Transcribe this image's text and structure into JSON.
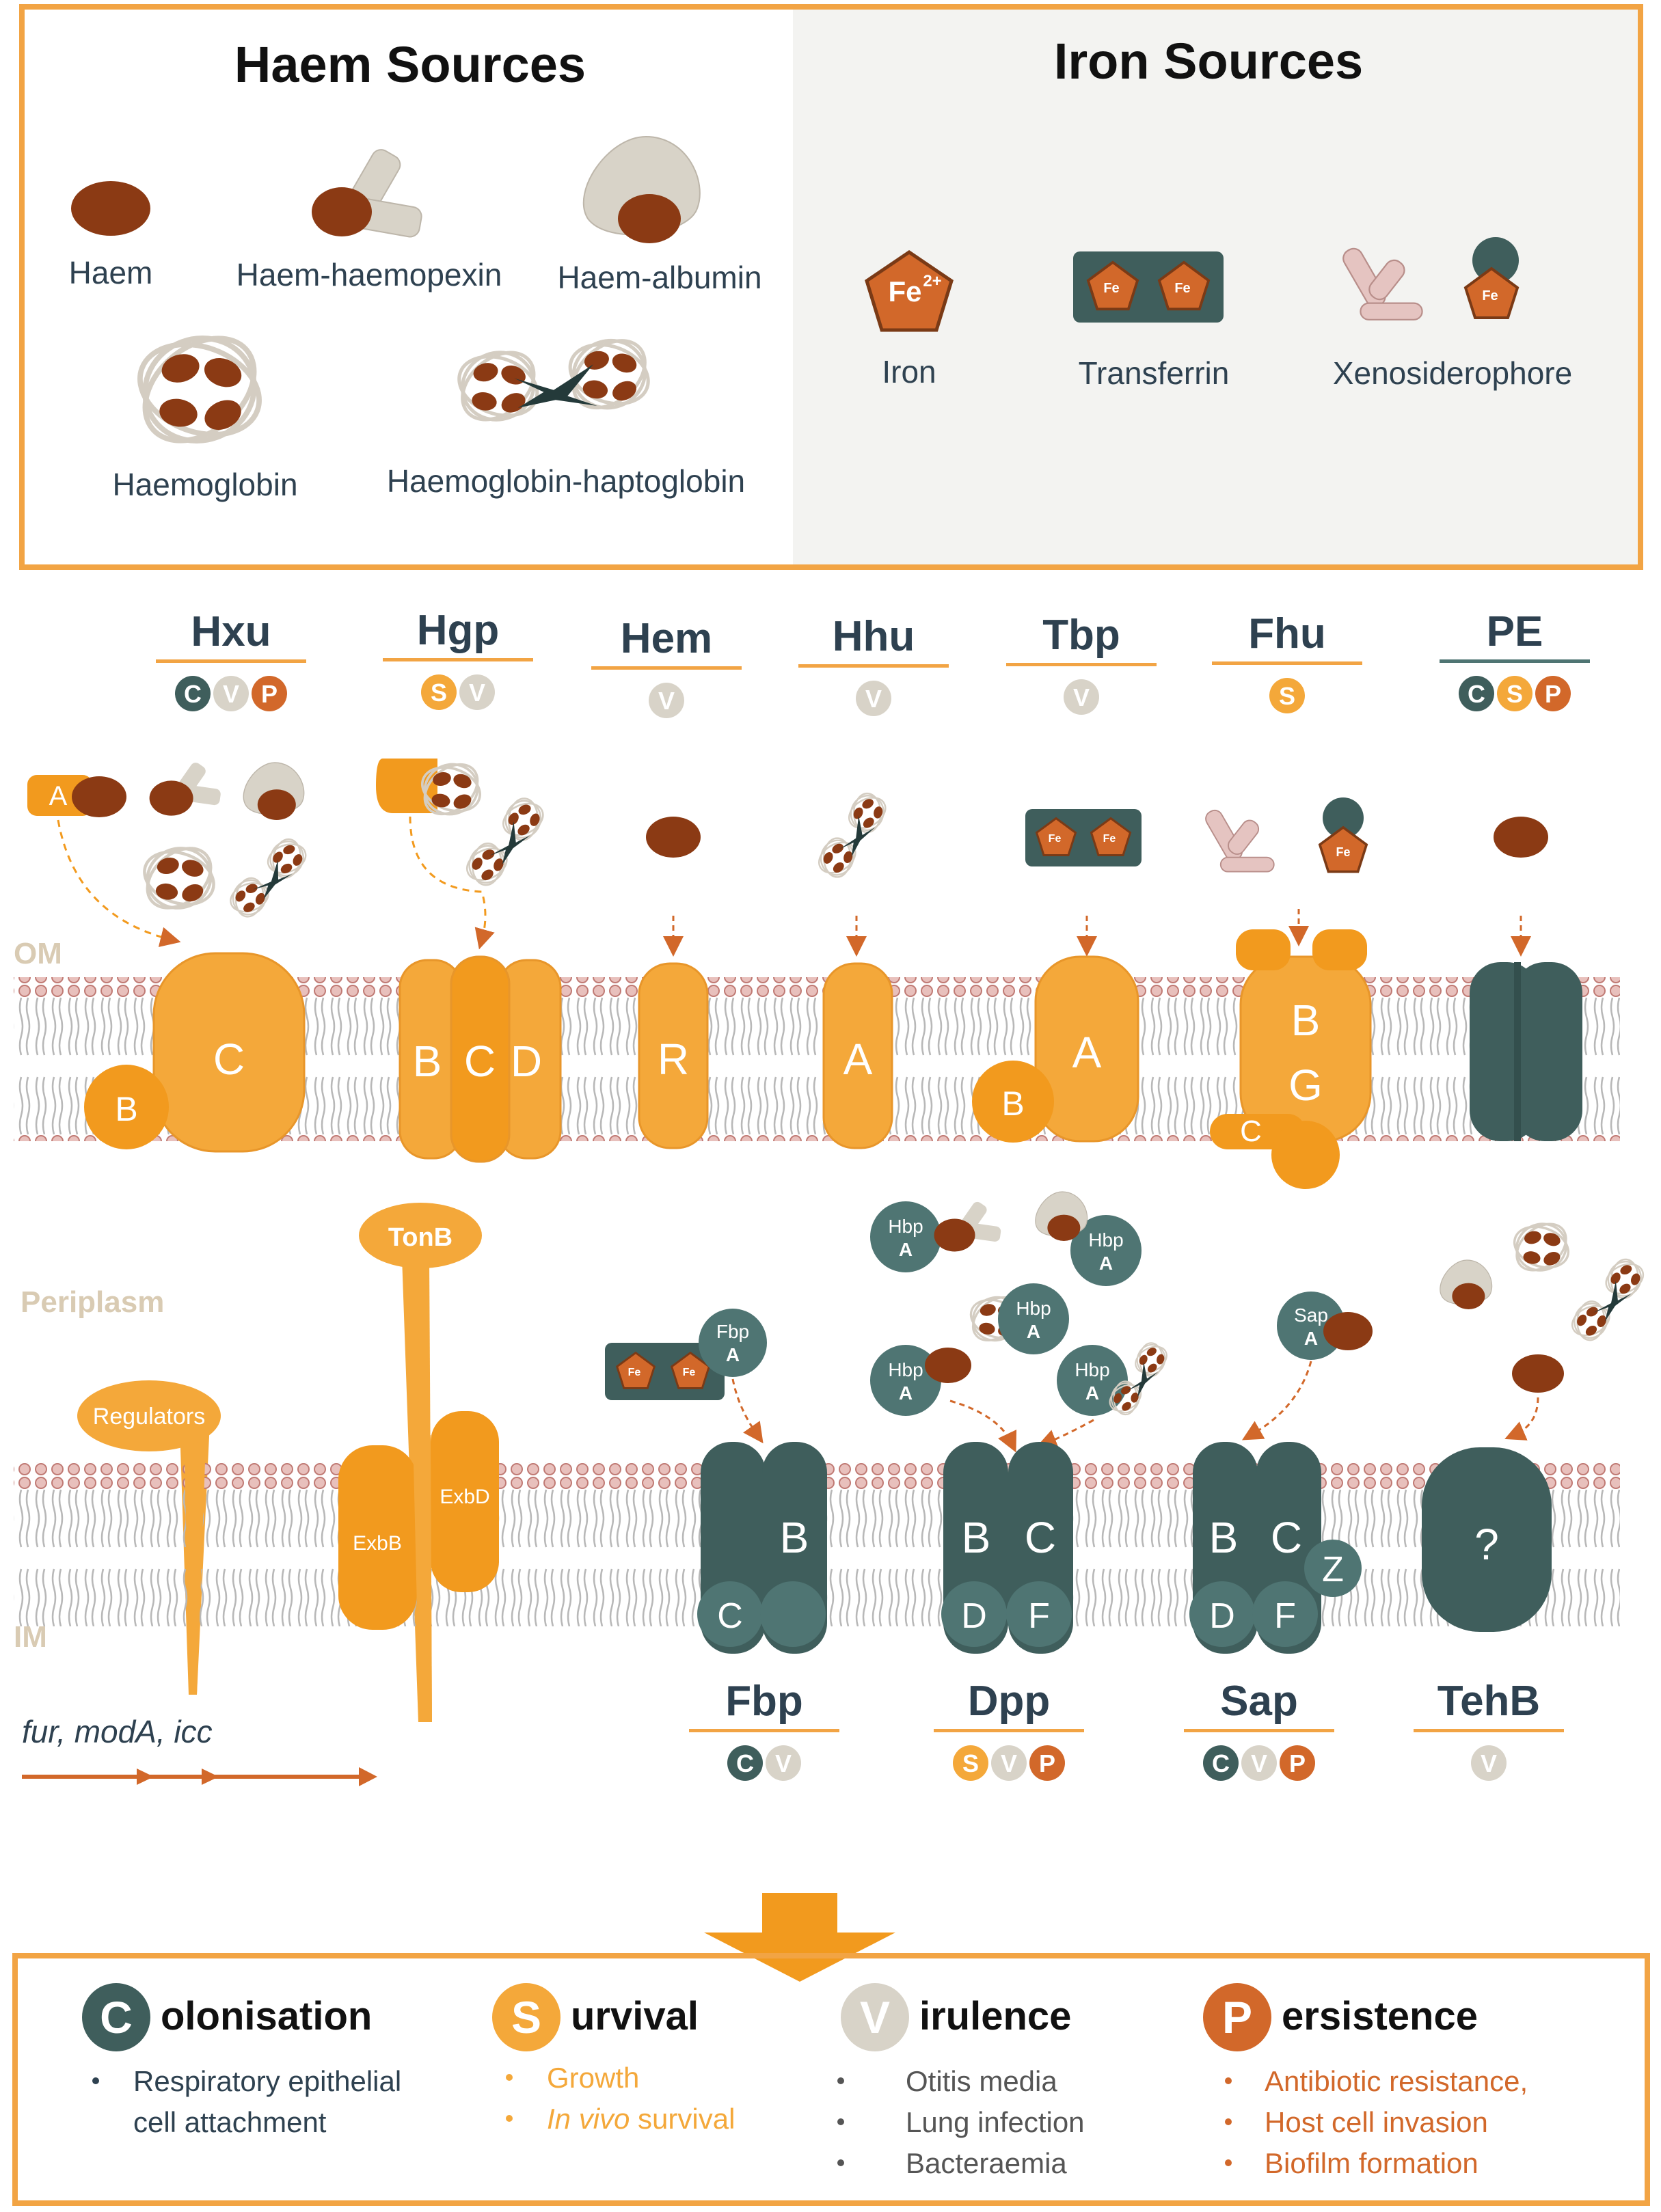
{
  "colors": {
    "orange": "#F4A83A",
    "orange_dark": "#F29A1E",
    "orange_border": "#F2A444",
    "rust": "#D2682A",
    "slate": "#3F5E5C",
    "slate_light": "#4F7573",
    "haem": "#8B3A14",
    "beige": "#D8D3C8",
    "text_dark": "#2E4150",
    "panel_grey": "#F3F3F1",
    "label_beige": "#D9CBB3"
  },
  "sources": {
    "haem_title": "Haem Sources",
    "iron_title": "Iron Sources",
    "haem_items": [
      "Haem",
      "Haem-haemopexin",
      "Haem-albumin",
      "Haemoglobin",
      "Haemoglobin-haptoglobin"
    ],
    "iron_items": [
      "Iron",
      "Transferrin",
      "Xenosiderophore"
    ],
    "fe_label": "Fe",
    "fe_charge": "2+"
  },
  "top_systems": [
    {
      "name": "Hxu",
      "roles": [
        "C",
        "V",
        "P"
      ]
    },
    {
      "name": "Hgp",
      "roles": [
        "S",
        "V"
      ]
    },
    {
      "name": "Hem",
      "roles": [
        "V"
      ]
    },
    {
      "name": "Hhu",
      "roles": [
        "V"
      ]
    },
    {
      "name": "Tbp",
      "roles": [
        "V"
      ]
    },
    {
      "name": "Fhu",
      "roles": [
        "S"
      ]
    },
    {
      "name": "PE",
      "roles": [
        "C",
        "S",
        "P"
      ]
    }
  ],
  "bottom_systems": [
    {
      "name": "Fbp",
      "roles": [
        "C",
        "V"
      ]
    },
    {
      "name": "Dpp",
      "roles": [
        "S",
        "V",
        "P"
      ]
    },
    {
      "name": "Sap",
      "roles": [
        "C",
        "V",
        "P"
      ]
    },
    {
      "name": "TehB",
      "roles": [
        "V"
      ]
    }
  ],
  "membranes": {
    "om": "OM",
    "periplasm": "Periplasm",
    "im": "IM"
  },
  "om_proteins": {
    "hxu": [
      "C",
      "B",
      "A"
    ],
    "hgp": [
      "B",
      "C",
      "D"
    ],
    "hem": "R",
    "hhu": "A",
    "tbp": [
      "A",
      "B"
    ],
    "fhu": [
      "B",
      "G",
      "C"
    ]
  },
  "im_proteins": {
    "tonb": "TonB",
    "regulators": "Regulators",
    "exbb": "ExbB",
    "exbd": "ExbD",
    "fbp": [
      "B",
      "C"
    ],
    "fbp_binding": "Fbp A",
    "dpp": [
      "B",
      "C",
      "D",
      "F"
    ],
    "hbp": "Hbp A",
    "sap": [
      "B",
      "C",
      "D",
      "F",
      "Z"
    ],
    "sap_binding": "Sap A",
    "tehb": "?"
  },
  "genes": "fur, modA, icc",
  "legend": [
    {
      "letter": "C",
      "rest": "olonisation",
      "items": [
        "Respiratory epithelial cell attachment"
      ]
    },
    {
      "letter": "S",
      "rest": "urvival",
      "items": [
        "Growth",
        "In vivo survival"
      ]
    },
    {
      "letter": "V",
      "rest": "irulence",
      "items": [
        "Otitis media",
        "Lung infection",
        "Bacteraemia"
      ]
    },
    {
      "letter": "P",
      "rest": "ersistence",
      "items": [
        "Antibiotic resistance,",
        "Host cell invasion",
        "Biofilm formation"
      ]
    }
  ],
  "legend_lines": {
    "c_line1": "Respiratory epithelial",
    "c_line2": "cell attachment",
    "s_line2_a": "In vivo",
    "s_line2_b": " survival"
  }
}
